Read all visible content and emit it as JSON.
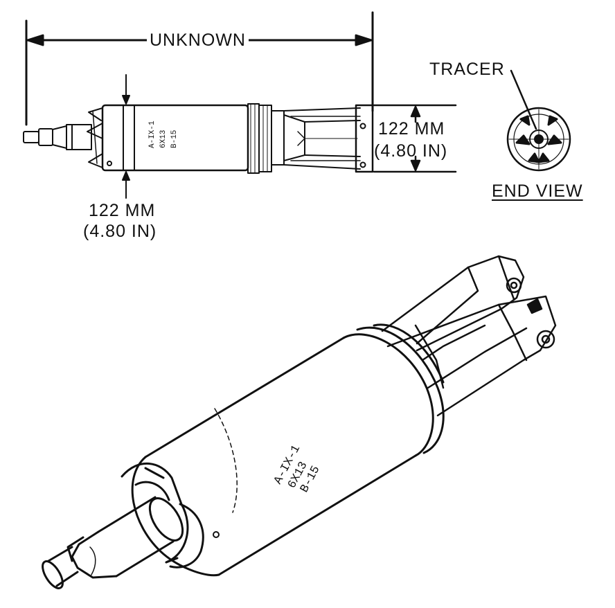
{
  "labels": {
    "overall_length": "UNKNOWN",
    "body_diameter_mm": "122 MM",
    "body_diameter_in": "(4.80 IN)",
    "fin_diameter_mm": "122 MM",
    "fin_diameter_in": "(4.80 IN)",
    "tracer": "TRACER",
    "end_view": "END VIEW"
  },
  "body_markings": {
    "line1": "A-IX-1",
    "line2": "6X13",
    "line3": "B-15"
  },
  "colors": {
    "ink": "#111111",
    "paper": "#ffffff"
  }
}
